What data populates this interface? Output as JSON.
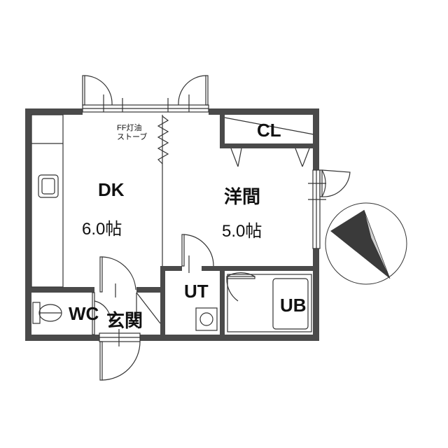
{
  "rooms": {
    "dk": {
      "name": "DK",
      "size": "6.0帖"
    },
    "western": {
      "name": "洋間",
      "size": "5.0帖"
    },
    "closet": {
      "name": "CL"
    },
    "utility": {
      "name": "UT"
    },
    "bath": {
      "name": "UB"
    },
    "toilet": {
      "name": "WC"
    },
    "entrance": {
      "name": "玄関"
    }
  },
  "heater_label": {
    "line1": "FF灯油",
    "line2": "ストーブ"
  }
}
